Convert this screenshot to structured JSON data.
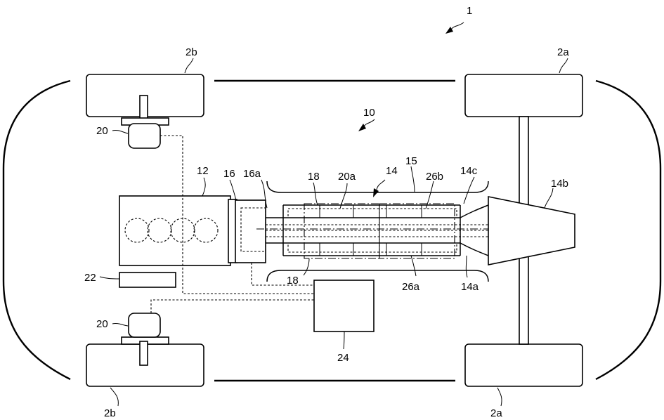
{
  "labels": {
    "vehicle": "1",
    "wheel_front_top": "2a",
    "wheel_front_bottom": "2a",
    "wheel_rear_top": "2b",
    "wheel_rear_bottom": "2b",
    "drive_unit": "10",
    "engine": "12",
    "transmission": "14",
    "trans_left": "14a",
    "trans_right": "14b",
    "trans_upper": "14c",
    "housing": "15",
    "clutch": "16",
    "clutch_out": "16a",
    "motor_top": "18",
    "motor_bottom": "18",
    "actuator_top": "20",
    "actuator_bottom": "20",
    "actuator_inner": "20a",
    "sensor": "22",
    "controller": "24",
    "gear_bottom": "26a",
    "gear_top": "26b"
  }
}
